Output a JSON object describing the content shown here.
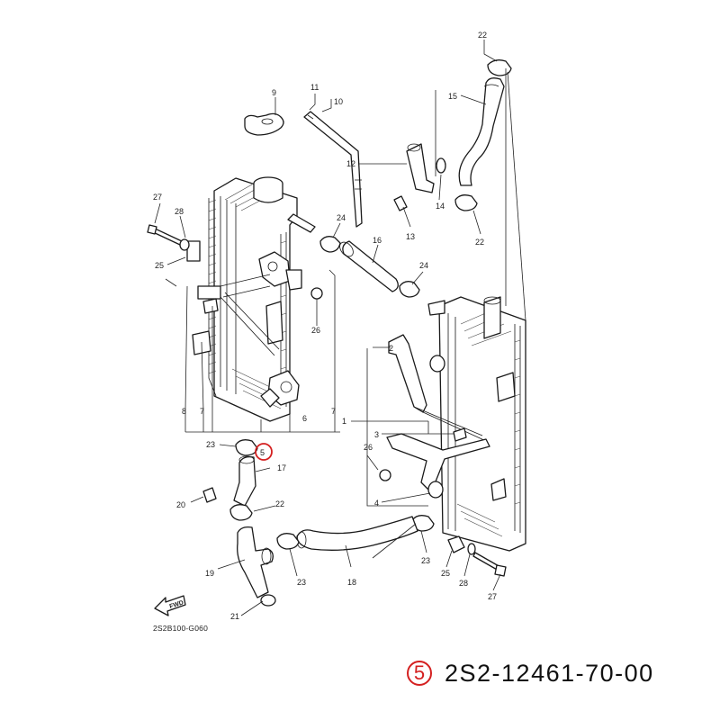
{
  "diagram": {
    "code": "2S2B100-G060",
    "fwd_label": "FWD",
    "callouts": {
      "n1": "1",
      "n2": "2",
      "n3": "3",
      "n4": "4",
      "n5": "5",
      "n6": "6",
      "n7": "7",
      "n8": "8",
      "n9": "9",
      "n10": "10",
      "n11": "11",
      "n12": "12",
      "n13": "13",
      "n14": "14",
      "n15": "15",
      "n16": "16",
      "n17": "17",
      "n18": "18",
      "n19": "19",
      "n20": "20",
      "n21": "21",
      "n22": "22",
      "n23": "23",
      "n24": "24",
      "n25": "25",
      "n26": "26",
      "n27": "27",
      "n28": "28"
    },
    "highlight": {
      "part": "5",
      "color": "#d42020"
    }
  },
  "caption": {
    "part_number": "5",
    "part_code": "2S2-12461-70-00"
  }
}
